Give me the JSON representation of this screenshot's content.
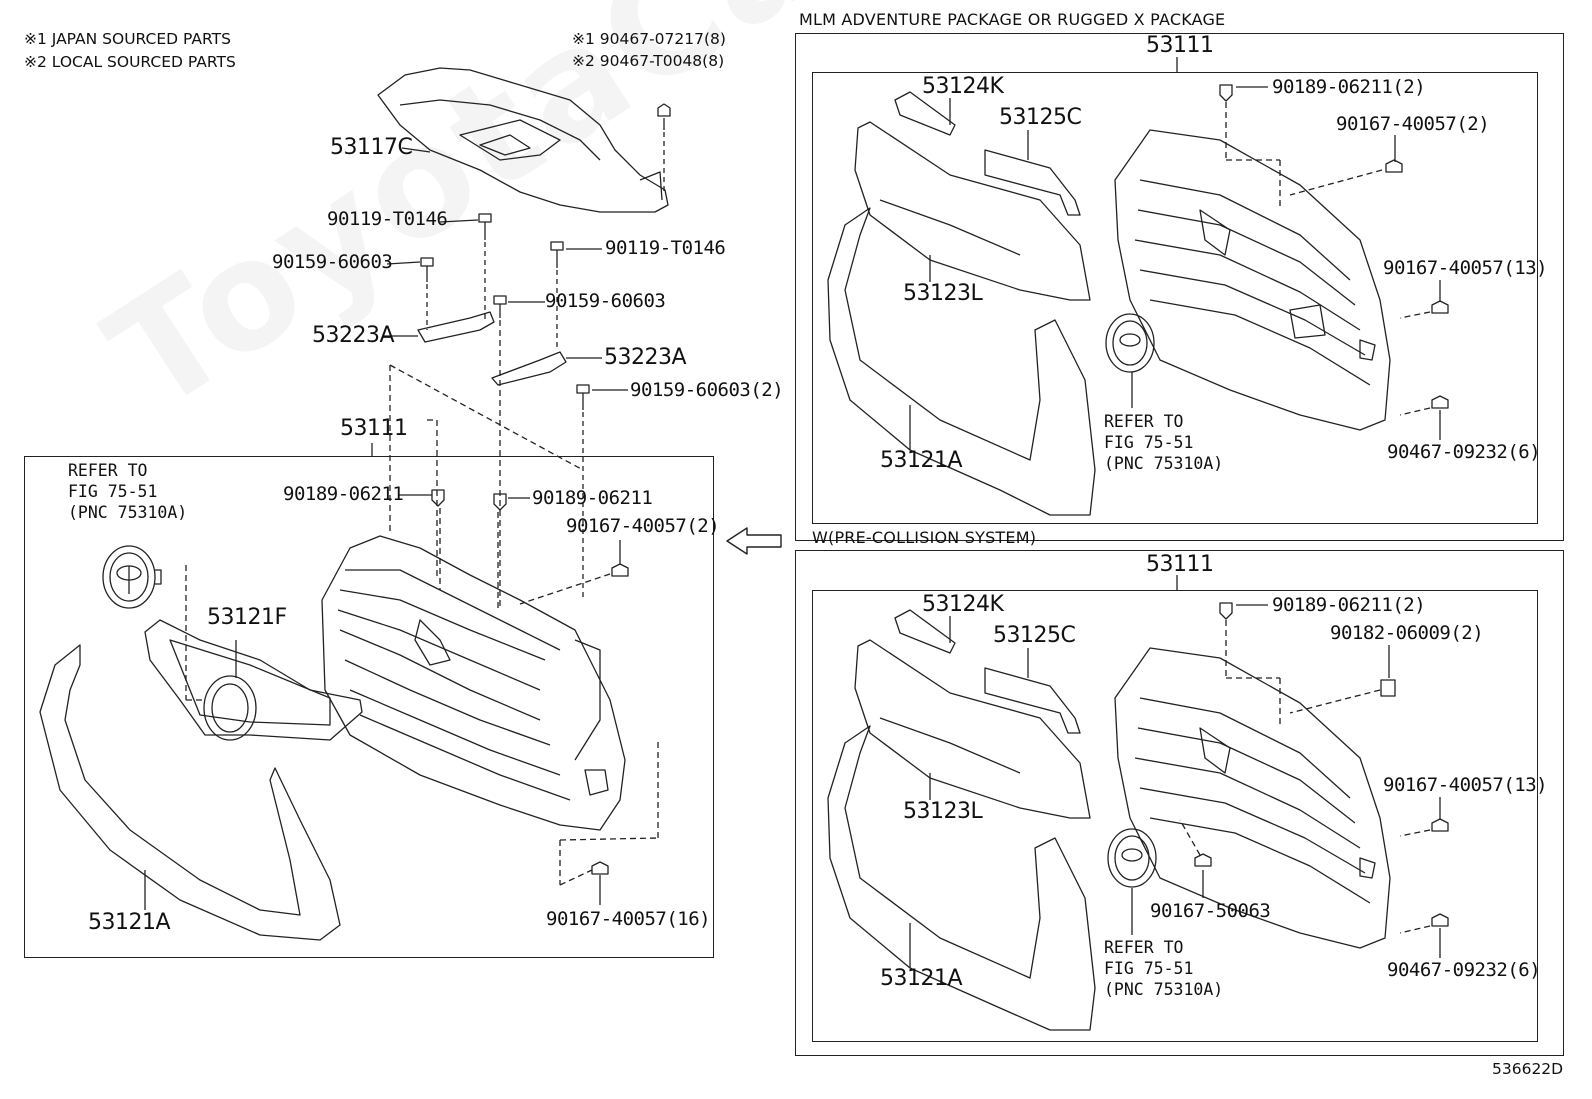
{
  "notes": {
    "japan": "※1 JAPAN SOURCED PARTS",
    "local": "※2 LOCAL SOURCED PARTS"
  },
  "watermark": "ToyotaCarMind",
  "left": {
    "fasteners_top": {
      "line1": "※1 90467-07217(8)",
      "line2": "※2 90467-T0048(8)"
    },
    "p53117C": "53117C",
    "p90119a": "90119-T0146",
    "p90119b": "90119-T0146",
    "p90159a": "90159-60603",
    "p90159b": "90159-60603",
    "p90159c": "90159-60603(2)",
    "p53223Aa": "53223A",
    "p53223Ab": "53223A",
    "p53111": "53111",
    "p90189a": "90189-06211",
    "p90189b": "90189-06211",
    "p90167a": "90167-40057(2)",
    "p90167b": "90167-40057(16)",
    "p53121F": "53121F",
    "p53121A": "53121A",
    "refer": "REFER TO\nFIG 75-51\n(PNC 75310A)"
  },
  "right_top": {
    "title": "MLM ADVENTURE PACKAGE OR RUGGED X PACKAGE",
    "p53111": "53111",
    "p53124K": "53124K",
    "p53125C": "53125C",
    "p53123L": "53123L",
    "p53121A": "53121A",
    "p90189": "90189-06211(2)",
    "p90167a": "90167-40057(2)",
    "p90167b": "90167-40057(13)",
    "p90467": "90467-09232(6)",
    "refer": "REFER TO\nFIG 75-51\n(PNC 75310A)"
  },
  "right_bottom": {
    "title": "W(PRE-COLLISION SYSTEM)",
    "p53111": "53111",
    "p53124K": "53124K",
    "p53125C": "53125C",
    "p53123L": "53123L",
    "p53121A": "53121A",
    "p90189": "90189-06211(2)",
    "p90182": "90182-06009(2)",
    "p90167a": "90167-40057(13)",
    "p90167c": "90167-50063",
    "p90467": "90467-09232(6)",
    "refer": "REFER TO\nFIG 75-51\n(PNC 75310A)"
  },
  "figure_id": "536622D"
}
